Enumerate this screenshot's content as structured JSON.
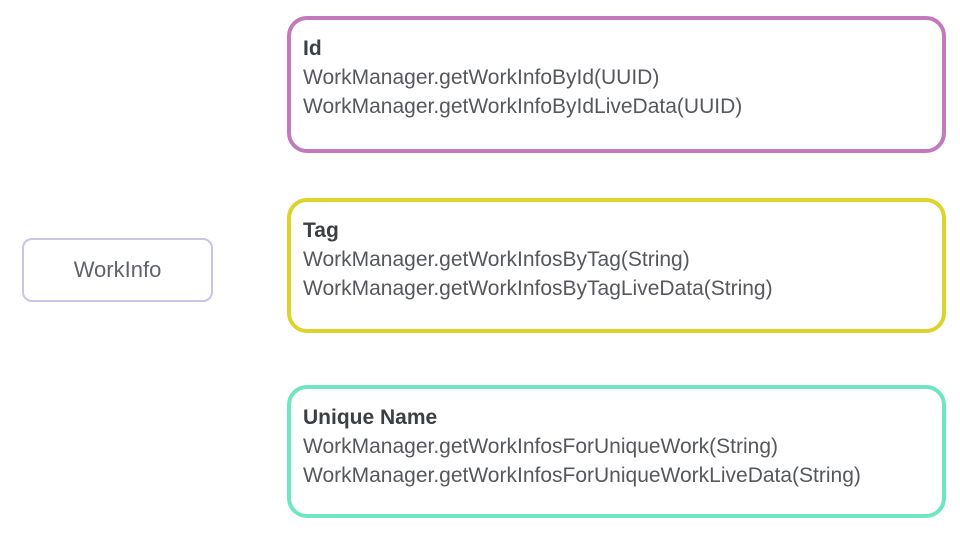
{
  "page": {
    "background_color": "#ffffff",
    "description_topic": "WorkInfo query methods diagram"
  },
  "entity": {
    "label": "WorkInfo",
    "border_color": "#c9c5e9"
  },
  "groups": [
    {
      "title": "Id",
      "border_color": "#c279bd",
      "methods": [
        "WorkManager.getWorkInfoById(UUID)",
        "WorkManager.getWorkInfoByIdLiveData(UUID)"
      ]
    },
    {
      "title": "Tag",
      "border_color": "#dcd32b",
      "methods": [
        "WorkManager.getWorkInfosByTag(String)",
        "WorkManager.getWorkInfosByTagLiveData(String)"
      ]
    },
    {
      "title": "Unique Name",
      "border_color": "#6fe6c2",
      "methods": [
        "WorkManager.getWorkInfosForUniqueWork(String)",
        "WorkManager.getWorkInfosForUniqueWorkLiveData(String)"
      ]
    }
  ]
}
